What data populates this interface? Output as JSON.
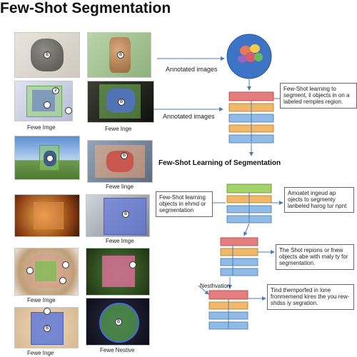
{
  "title": "Few-Shot Segmentation",
  "labels": {
    "annotated_1": "Annotated images",
    "annotated_2": "Annotated images",
    "section_heading": "Few-Shot Learning of Segmentation",
    "caption_1": "Fewe Imge",
    "caption_2": "Fewe Inge",
    "caption_3": "Fewe Iinge",
    "caption_4": "Fewe Imge",
    "caption_5": "Fewe Imge",
    "caption_6": "Fewe Inge",
    "caption_7": "Fewe Nestive",
    "note_1": "Few-Shot learning to segment, il objects in on a labeled remples region.",
    "note_2": "Few-Shot learning objects in ehmd or segmentation",
    "note_3": "Amoatet ingeud ap ojects to segmenty lanbeled harog tur npnt",
    "note_4": "The Shot repions or fnew objects abe with maly ty for segmentation.",
    "note_5": "Nesthvation",
    "note_6": "Tind thernporfed in lone fronmemend kires the you rew-shdss iy segration."
  },
  "markers": {
    "m1": "2",
    "m2": "2",
    "letter": "B"
  },
  "colors": {
    "layer_red": "#e47d7d",
    "layer_orange": "#f0b86a",
    "layer_blue": "#8fbbe6",
    "layer_green": "#a3d36a",
    "arrow": "#4a7fb3"
  }
}
